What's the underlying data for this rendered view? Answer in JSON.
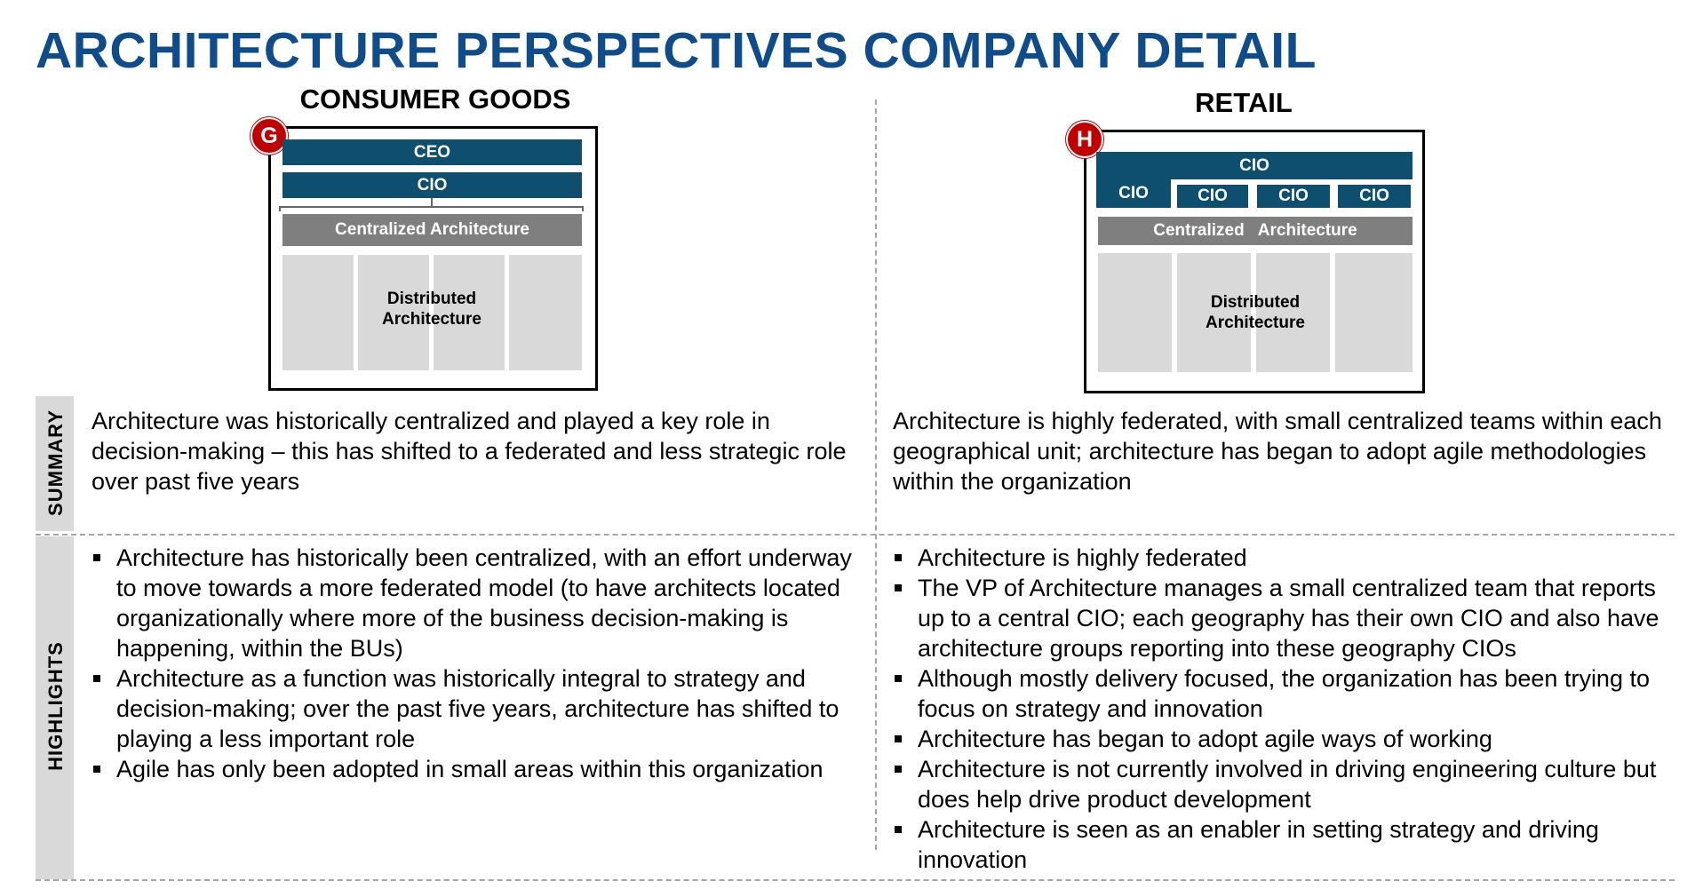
{
  "title": "ARCHITECTURE PERSPECTIVES COMPANY DETAIL",
  "left": {
    "heading": "CONSUMER GOODS",
    "badge": "G",
    "diagram": {
      "top_bar": "CEO",
      "second_bar": "CIO",
      "centralized": "Centralized Architecture",
      "distributed_line1": "Distributed",
      "distributed_line2": "Architecture"
    },
    "summary": "Architecture was historically centralized and played a key role in decision-making – this has shifted to a federated and less strategic role over past five years",
    "highlights": [
      "Architecture has historically been centralized, with an effort underway to move towards a more federated model (to have architects located organizationally where more of the business decision-making is happening, within the BUs)",
      "Architecture as a function was historically integral to strategy and decision-making; over the past five years, architecture has shifted to playing a less important role",
      "Agile has only been adopted in small areas within this organization"
    ]
  },
  "right": {
    "heading": "RETAIL",
    "badge": "H",
    "diagram": {
      "top_bar": "CIO",
      "sub_bars": [
        "CIO",
        "CIO",
        "CIO",
        "CIO"
      ],
      "centralized": "Centralized   Architecture",
      "distributed_line1": "Distributed",
      "distributed_line2": "Architecture"
    },
    "summary": "Architecture is highly federated, with small centralized teams within each geographical unit; architecture has began to adopt agile methodologies within the organization",
    "highlights": [
      "Architecture is highly federated",
      "The VP of Architecture manages a small centralized team that reports up to a central CIO; each geography has their own CIO and also have architecture groups reporting into these geography CIOs",
      "Although mostly delivery focused, the organization has been trying to focus on strategy and innovation",
      "Architecture has began to adopt agile ways of working",
      "Architecture is not currently involved in driving engineering culture but does help drive product development",
      "Architecture is seen as an enabler in setting strategy and driving innovation"
    ]
  },
  "row_labels": {
    "summary": "SUMMARY",
    "highlights": "HIGHLIGHTS"
  },
  "colors": {
    "title": "#0f4c8c",
    "org_bar": "#0e4f6f",
    "centralized_bar": "#7f7f7f",
    "pane": "#d9d9d9",
    "badge": "#c00000"
  }
}
